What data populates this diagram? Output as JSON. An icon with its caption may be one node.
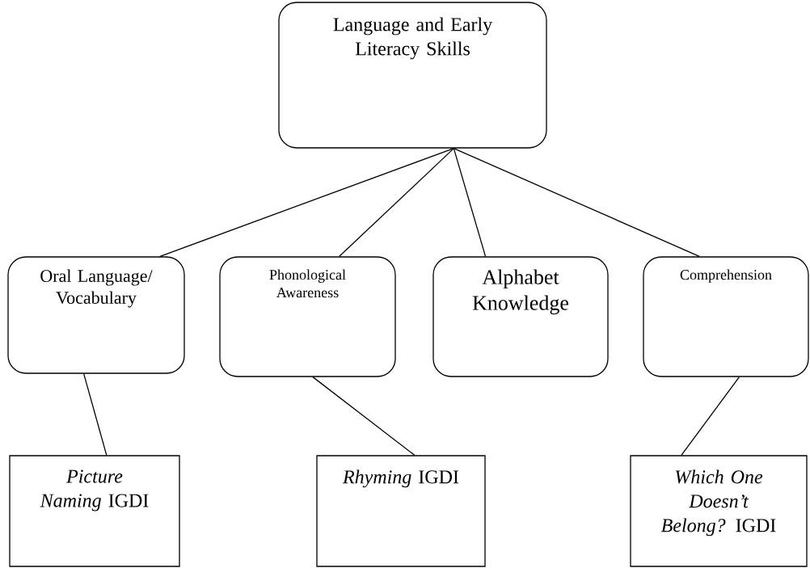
{
  "diagram": {
    "nodes": [
      {
        "text": [
          "Language and Early Literacy Skills"
        ]
      },
      {
        "text": [
          "Oral Language/ Vocabulary"
        ]
      },
      {
        "text": [
          "Phonological Awareness"
        ]
      },
      {
        "text": [
          "Alphabet Knowledge"
        ]
      },
      {
        "text": [
          "Comprehension"
        ]
      },
      {
        "text": [
          "*Picture Naming* IGDI"
        ]
      },
      {
        "text": [
          "*Rhyming* IGDI"
        ]
      },
      {
        "text": [
          "*Which One Doesn’t Belong?* IGDI"
        ]
      }
    ],
    "edges": [
      {
        "from": 0,
        "to": 1,
        "arrow": "none"
      },
      {
        "from": 0,
        "to": 2,
        "arrow": "none"
      },
      {
        "from": 0,
        "to": 3,
        "arrow": "none"
      },
      {
        "from": 0,
        "to": 4,
        "arrow": "none"
      },
      {
        "from": 1,
        "to": 5,
        "arrow": "none"
      },
      {
        "from": 2,
        "to": 6,
        "arrow": "none"
      },
      {
        "from": 4,
        "to": 7,
        "arrow": "none"
      }
    ]
  }
}
